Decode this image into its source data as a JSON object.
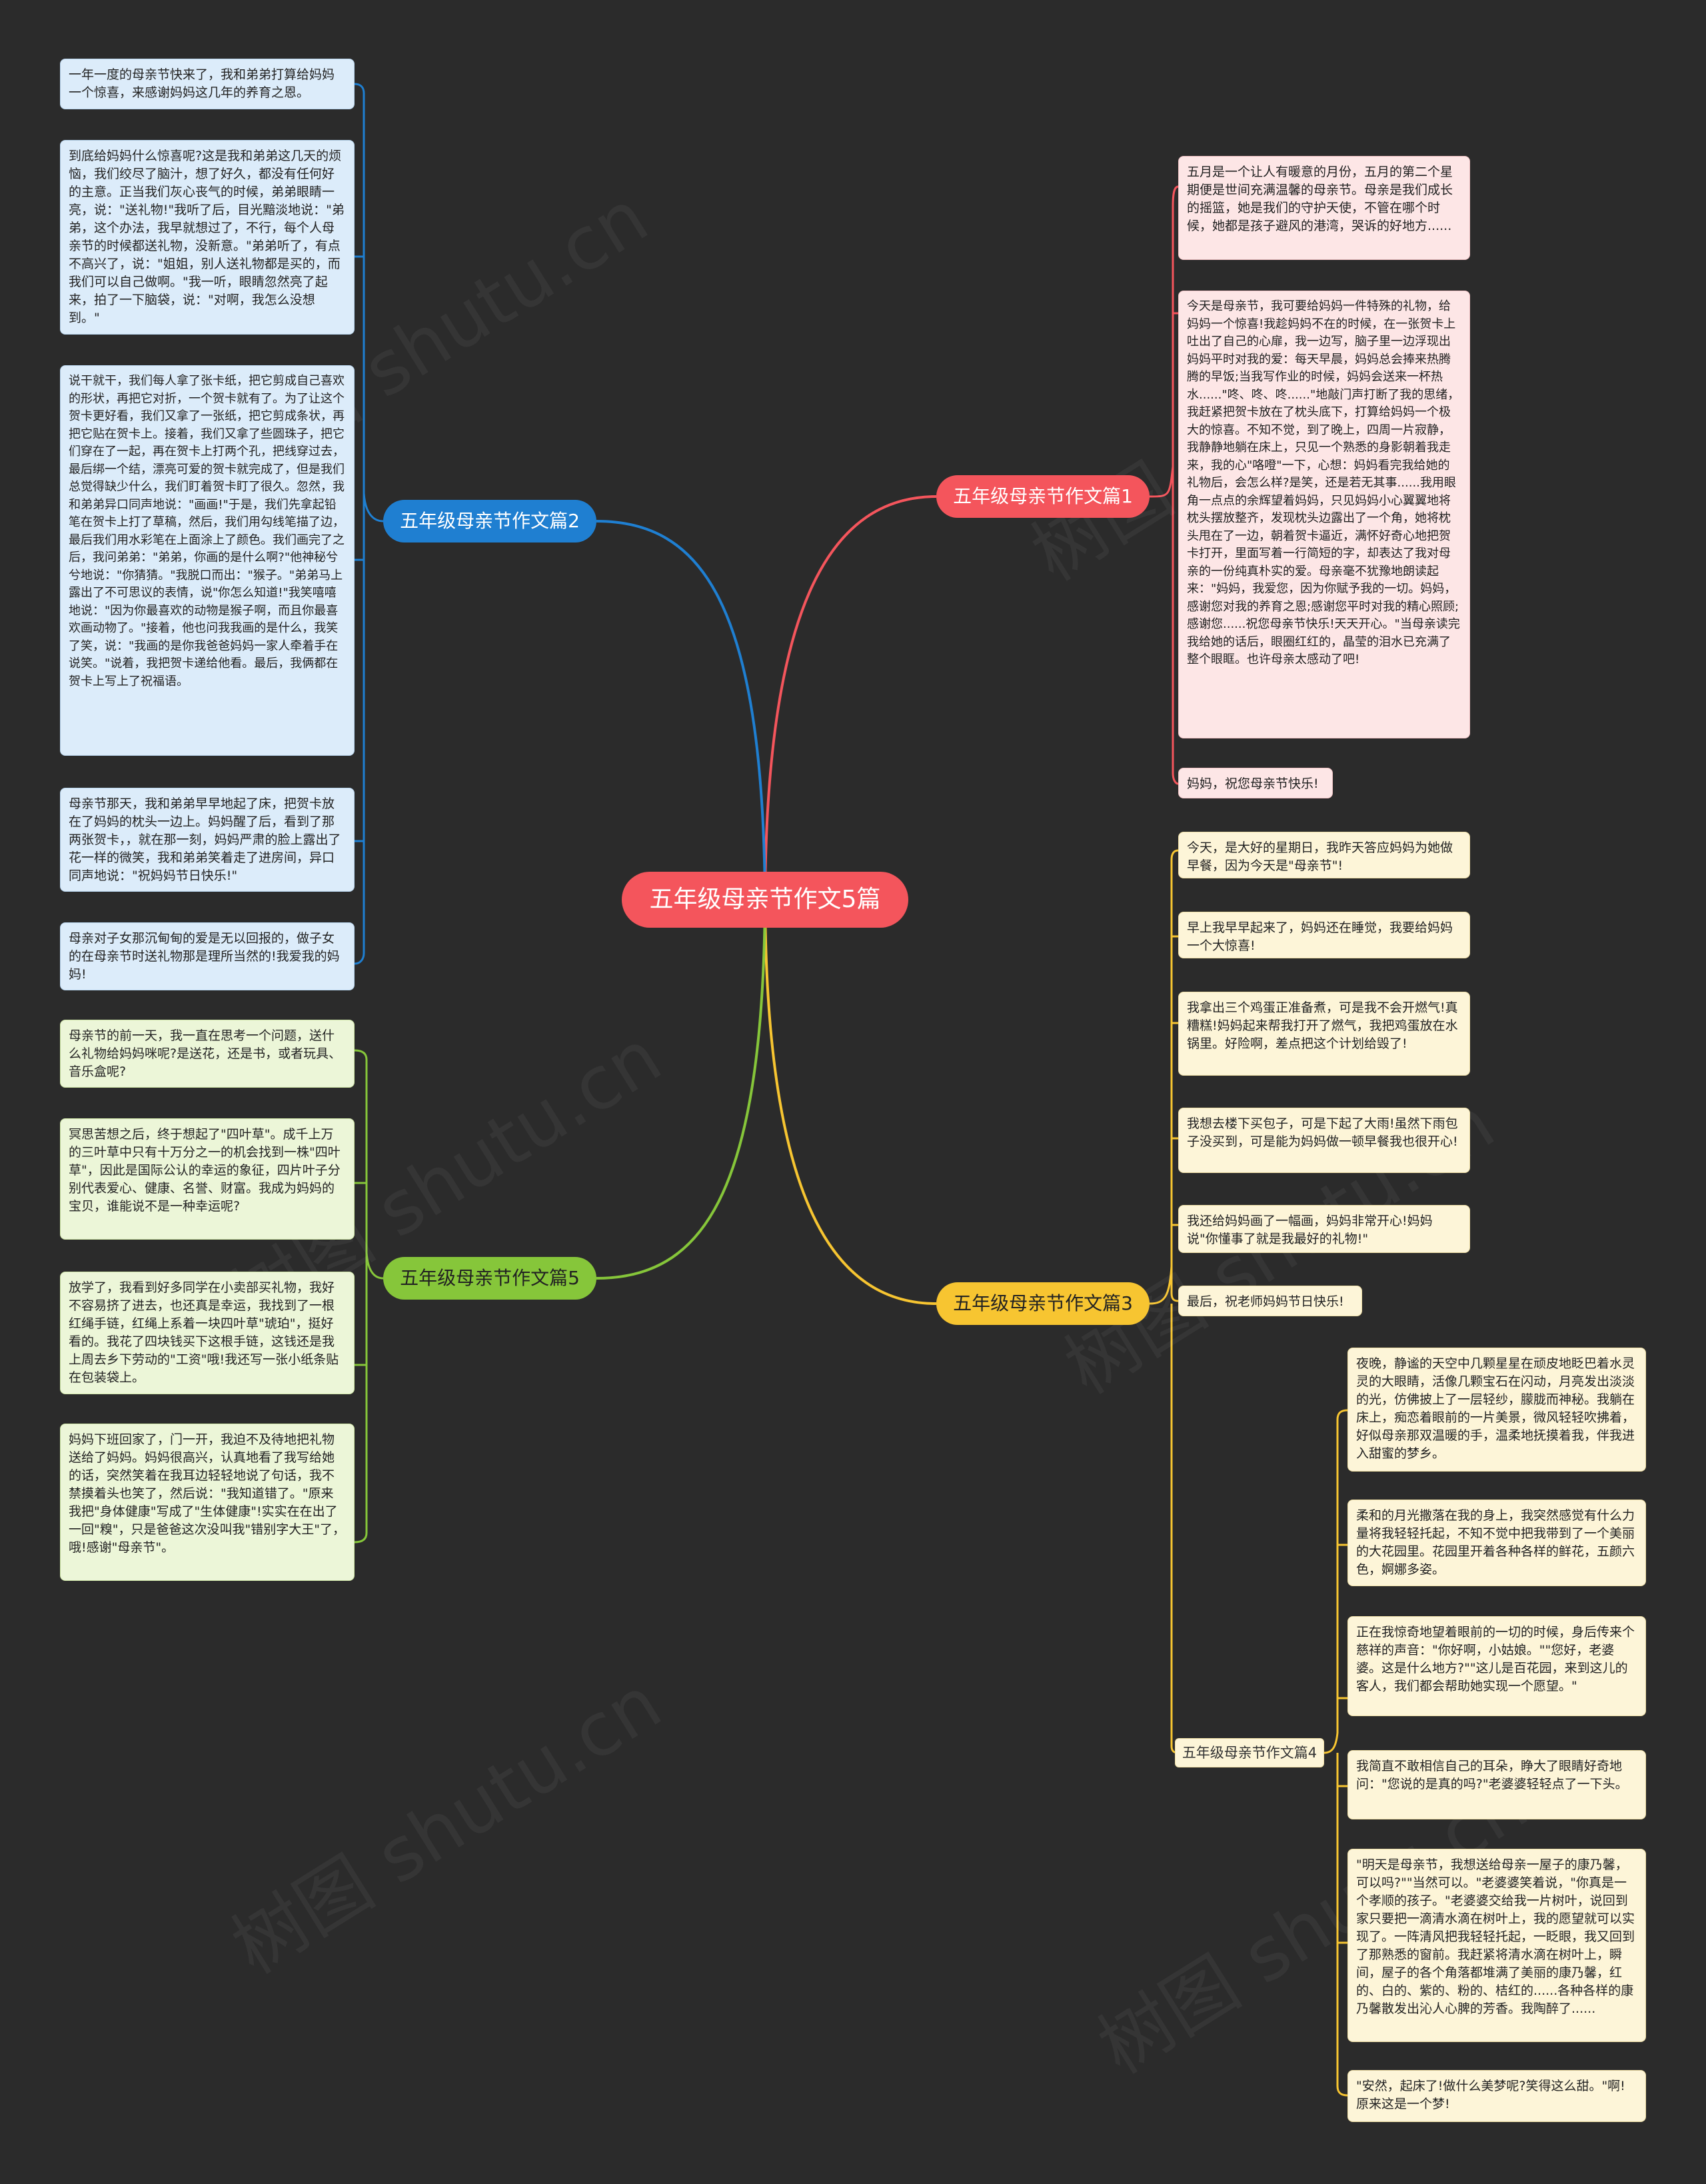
{
  "title": "五年级母亲节作文5篇",
  "watermark": "树图 shutu.cn",
  "colors": {
    "root": "#f4555c",
    "branch1": "#f4555c",
    "branch2": "#1f7fd1",
    "branch3": "#f7c531",
    "branch5": "#86c63a"
  },
  "branches": {
    "b1": {
      "label": "五年级母亲节作文篇1",
      "notes": [
        "五月是一个让人有暖意的月份，五月的第二个星期便是世间充满温馨的母亲节。母亲是我们成长的摇篮，她是我们的守护天使，不管在哪个时候，她都是孩子避风的港湾，哭诉的好地方......",
        "今天是母亲节，我可要给妈妈一件特殊的礼物，给妈妈一个惊喜!我趁妈妈不在的时候，在一张贺卡上吐出了自己的心扉，我一边写，脑子里一边浮现出妈妈平时对我的爱：每天早晨，妈妈总会捧来热腾腾的早饭;当我写作业的时候，妈妈会送来一杯热水......\"咚、咚、咚......\"地敲门声打断了我的思绪，我赶紧把贺卡放在了枕头底下，打算给妈妈一个极大的惊喜。不知不觉，到了晚上，四周一片寂静，我静静地躺在床上，只见一个熟悉的身影朝着我走来，我的心\"咯噔\"一下，心想：妈妈看完我给她的礼物后，会怎么样?是笑，还是若无其事......我用眼角一点点的余辉望着妈妈，只见妈妈小心翼翼地将枕头摆放整齐，发现枕头边露出了一个角，她将枕头甩在了一边，朝着贺卡逼近，满怀好奇心地把贺卡打开，里面写着一行简短的字，却表达了我对母亲的一份纯真朴实的爱。母亲毫不犹豫地朗读起来：\"妈妈，我爱您，因为你赋予我的一切。妈妈，感谢您对我的养育之恩;感谢您平时对我的精心照顾;感谢您......祝您母亲节快乐!天天开心。\"当母亲读完我给她的话后，眼圈红红的，晶莹的泪水已充满了整个眼眶。也许母亲太感动了吧!",
        "妈妈，祝您母亲节快乐!"
      ]
    },
    "b2": {
      "label": "五年级母亲节作文篇2",
      "notes": [
        "一年一度的母亲节快来了，我和弟弟打算给妈妈一个惊喜，来感谢妈妈这几年的养育之恩。",
        "到底给妈妈什么惊喜呢?这是我和弟弟这几天的烦恼，我们绞尽了脑汁，想了好久，都没有任何好的主意。正当我们灰心丧气的时候，弟弟眼睛一亮，说：\"送礼物!\"我听了后，目光黯淡地说：\"弟弟，这个办法，我早就想过了，不行，每个人母亲节的时候都送礼物，没新意。\"弟弟听了，有点不高兴了，说：\"姐姐，别人送礼物都是买的，而我们可以自己做啊。\"我一听，眼睛忽然亮了起来，拍了一下脑袋，说：\"对啊，我怎么没想到。\"",
        "说干就干，我们每人拿了张卡纸，把它剪成自己喜欢的形状，再把它对折，一个贺卡就有了。为了让这个贺卡更好看，我们又拿了一张纸，把它剪成条状，再把它贴在贺卡上。接着，我们又拿了些圆珠子，把它们穿在了一起，再在贺卡上打两个孔，把线穿过去，最后绑一个结，漂亮可爱的贺卡就完成了，但是我们总觉得缺少什么，我们盯着贺卡盯了很久。忽然，我和弟弟异口同声地说：\"画画!\"于是，我们先拿起铅笔在贺卡上打了草稿，然后，我们用勾线笔描了边，最后我们用水彩笔在上面涂上了颜色。我们画完了之后，我问弟弟：\"弟弟，你画的是什么啊?\"他神秘兮兮地说：\"你猜猜。\"我脱口而出：\"猴子。\"弟弟马上露出了不可思议的表情，说\"你怎么知道!\"我笑嘻嘻地说：\"因为你最喜欢的动物是猴子啊，而且你最喜欢画动物了。\"接着，他也问我我画的是什么，我笑了笑，说：\"我画的是你我爸爸妈妈一家人牵着手在说笑。\"说着，我把贺卡递给他看。最后，我俩都在贺卡上写上了祝福语。",
        "母亲节那天，我和弟弟早早地起了床，把贺卡放在了妈妈的枕头一边上。妈妈醒了后，看到了那两张贺卡，，就在那一刻，妈妈严肃的脸上露出了花一样的微笑，我和弟弟笑着走了进房间，异口同声地说：\"祝妈妈节日快乐!\"",
        "母亲对子女那沉甸甸的爱是无以回报的，做子女的在母亲节时送礼物那是理所当然的!我爱我的妈妈!"
      ]
    },
    "b3": {
      "label": "五年级母亲节作文篇3",
      "notes": [
        "今天，是大好的星期日，我昨天答应妈妈为她做早餐，因为今天是\"母亲节\"!",
        "早上我早早起来了，妈妈还在睡觉，我要给妈妈一个大惊喜!",
        "我拿出三个鸡蛋正准备煮，可是我不会开燃气!真糟糕!妈妈起来帮我打开了燃气，我把鸡蛋放在水锅里。好险啊，差点把这个计划给毁了!",
        "我想去楼下买包子，可是下起了大雨!虽然下雨包子没买到，可是能为妈妈做一顿早餐我也很开心!",
        "我还给妈妈画了一幅画，妈妈非常开心!妈妈说\"你懂事了就是我最好的礼物!\"",
        "最后，祝老师妈妈节日快乐!"
      ]
    },
    "b4": {
      "label": "五年级母亲节作文篇4",
      "notes": [
        "夜晚，静谧的天空中几颗星星在顽皮地眨巴着水灵灵的大眼睛，活像几颗宝石在闪动，月亮发出淡淡的光，仿佛披上了一层轻纱，朦胧而神秘。我躺在床上，痴恋着眼前的一片美景，微风轻轻吹拂着，好似母亲那双温暖的手，温柔地抚摸着我，伴我进入甜蜜的梦乡。",
        "柔和的月光撒落在我的身上，我突然感觉有什么力量将我轻轻托起，不知不觉中把我带到了一个美丽的大花园里。花园里开着各种各样的鲜花，五颜六色，婀娜多姿。",
        "正在我惊奇地望着眼前的一切的时候，身后传来个慈祥的声音：\"你好啊，小姑娘。\"\"您好，老婆婆。这是什么地方?\"\"这儿是百花园，来到这儿的客人，我们都会帮助她实现一个愿望。\"",
        "我简直不敢相信自己的耳朵，睁大了眼睛好奇地问：\"您说的是真的吗?\"老婆婆轻轻点了一下头。",
        "\"明天是母亲节，我想送给母亲一屋子的康乃馨，可以吗?\"\"当然可以。\"老婆婆笑着说，\"你真是一个孝顺的孩子。\"老婆婆交给我一片树叶，说回到家只要把一滴清水滴在树叶上，我的愿望就可以实现了。一阵清风把我轻轻托起，一眨眼，我又回到了那熟悉的窗前。我赶紧将清水滴在树叶上，瞬间，屋子的各个角落都堆满了美丽的康乃馨，红的、白的、紫的、粉的、桔红的......各种各样的康乃馨散发出沁人心脾的芳香。我陶醉了......",
        "\"安然，起床了!做什么美梦呢?笑得这么甜。\"啊!原来这是一个梦!"
      ]
    },
    "b5": {
      "label": "五年级母亲节作文篇5",
      "notes": [
        "母亲节的前一天，我一直在思考一个问题，送什么礼物给妈妈咪呢?是送花，还是书，或者玩具、音乐盒呢?",
        "冥思苦想之后，终于想起了\"四叶草\"。成千上万的三叶草中只有十万分之一的机会找到一株\"四叶草\"，因此是国际公认的幸运的象征，四片叶子分别代表爱心、健康、名誉、财富。我成为妈妈的宝贝，谁能说不是一种幸运呢?",
        "放学了，我看到好多同学在小卖部买礼物，我好不容易挤了进去，也还真是幸运，我找到了一根红绳手链，红绳上系着一块四叶草\"琥珀\"，挺好看的。我花了四块钱买下这根手链，这钱还是我上周去乡下劳动的\"工资\"哦!我还写一张小纸条贴在包装袋上。",
        "妈妈下班回家了，门一开，我迫不及待地把礼物送给了妈妈。妈妈很高兴，认真地看了我写给她的话，突然笑着在我耳边轻轻地说了句话，我不禁摸着头也笑了，然后说：\"我知道错了。\"原来我把\"身体健康\"写成了\"生体健康\"!实实在在出了一回\"糗\"，只是爸爸这次没叫我\"错别字大王\"了，哦!感谢\"母亲节\"。"
      ]
    }
  }
}
